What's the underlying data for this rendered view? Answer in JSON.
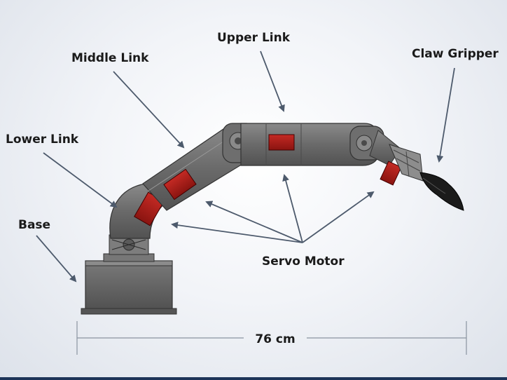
{
  "labels": {
    "upper_link": "Upper Link",
    "middle_link": "Middle Link",
    "claw_gripper": "Claw Gripper",
    "lower_link": "Lower Link",
    "base": "Base",
    "servo_motor": "Servo Motor"
  },
  "dimension": {
    "text": "76 cm"
  },
  "colors": {
    "arm_body": "#6b6b6b",
    "servo": "#a01a16",
    "arrow": "#4d5a6c",
    "bottom_bar": "#1d3458"
  }
}
